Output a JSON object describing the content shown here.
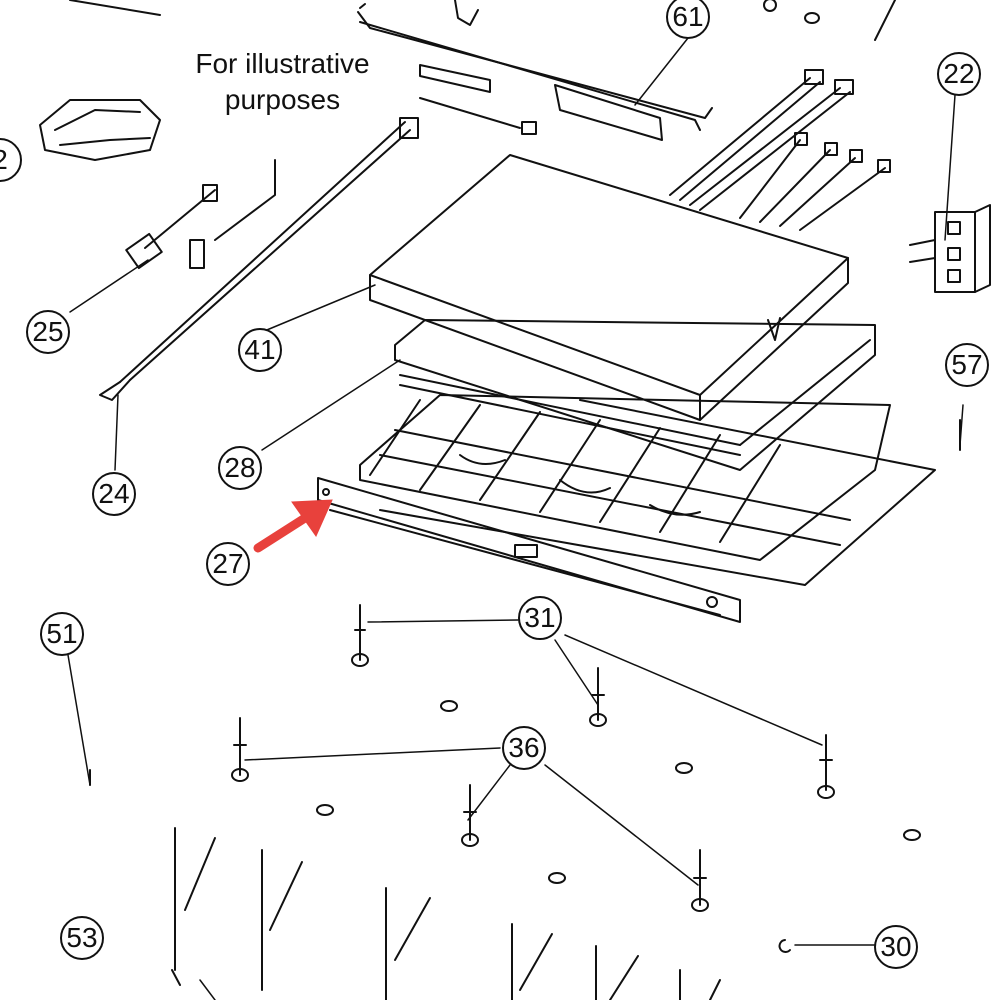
{
  "caption": {
    "line1": "For illustrative",
    "line2": "purposes"
  },
  "callouts": {
    "c61": "61",
    "c22": "22",
    "c25": "25",
    "c41": "41",
    "c57": "57",
    "c28": "28",
    "c24": "24",
    "c27": "27",
    "c51": "51",
    "c31": "31",
    "c36": "36",
    "c53": "53",
    "c30": "30",
    "c2": "2"
  },
  "highlight": {
    "part": "27",
    "color": "#e8413c"
  },
  "colors": {
    "line": "#111111",
    "background": "#ffffff"
  }
}
